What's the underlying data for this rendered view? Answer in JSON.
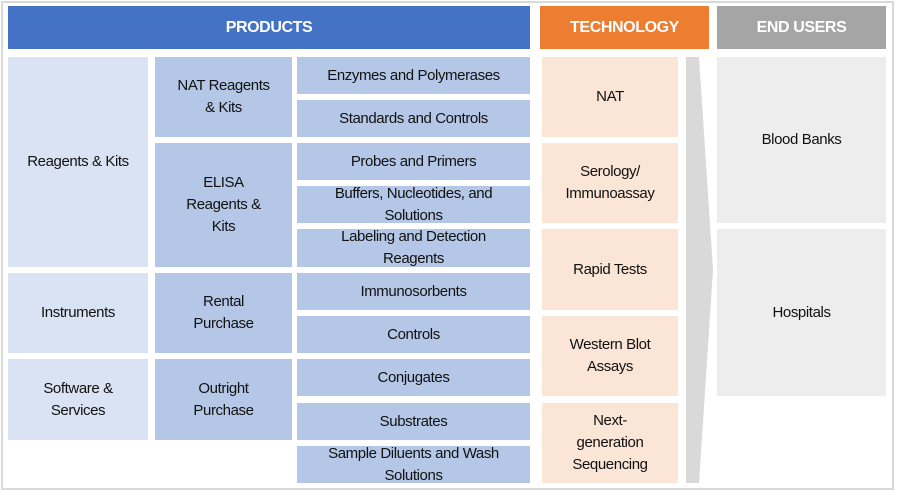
{
  "headers": {
    "products": "PRODUCTS",
    "technology": "TECHNOLOGY",
    "end_users": "END USERS"
  },
  "products": {
    "categories": [
      "Reagents & Kits",
      "Instruments",
      "Software & Services"
    ],
    "subcategories": [
      "NAT Reagents & Kits",
      "ELISA Reagents & Kits",
      "Rental Purchase",
      "Outright Purchase"
    ],
    "items": [
      "Enzymes and Polymerases",
      "Standards and Controls",
      "Probes and Primers",
      "Buffers, Nucleotides, and Solutions",
      "Labeling and Detection Reagents",
      "Immunosorbents",
      "Controls",
      "Conjugates",
      "Substrates",
      "Sample Diluents and Wash Solutions"
    ]
  },
  "technology": [
    "NAT",
    "Serology/ Immunoassay",
    "Rapid Tests",
    "Western Blot Assays",
    "Next-generation Sequencing"
  ],
  "end_users": [
    "Blood Banks",
    "Hospitals"
  ],
  "colors": {
    "products": "#4472C4",
    "technology": "#ED7D31",
    "end_users": "#A5A5A5"
  }
}
